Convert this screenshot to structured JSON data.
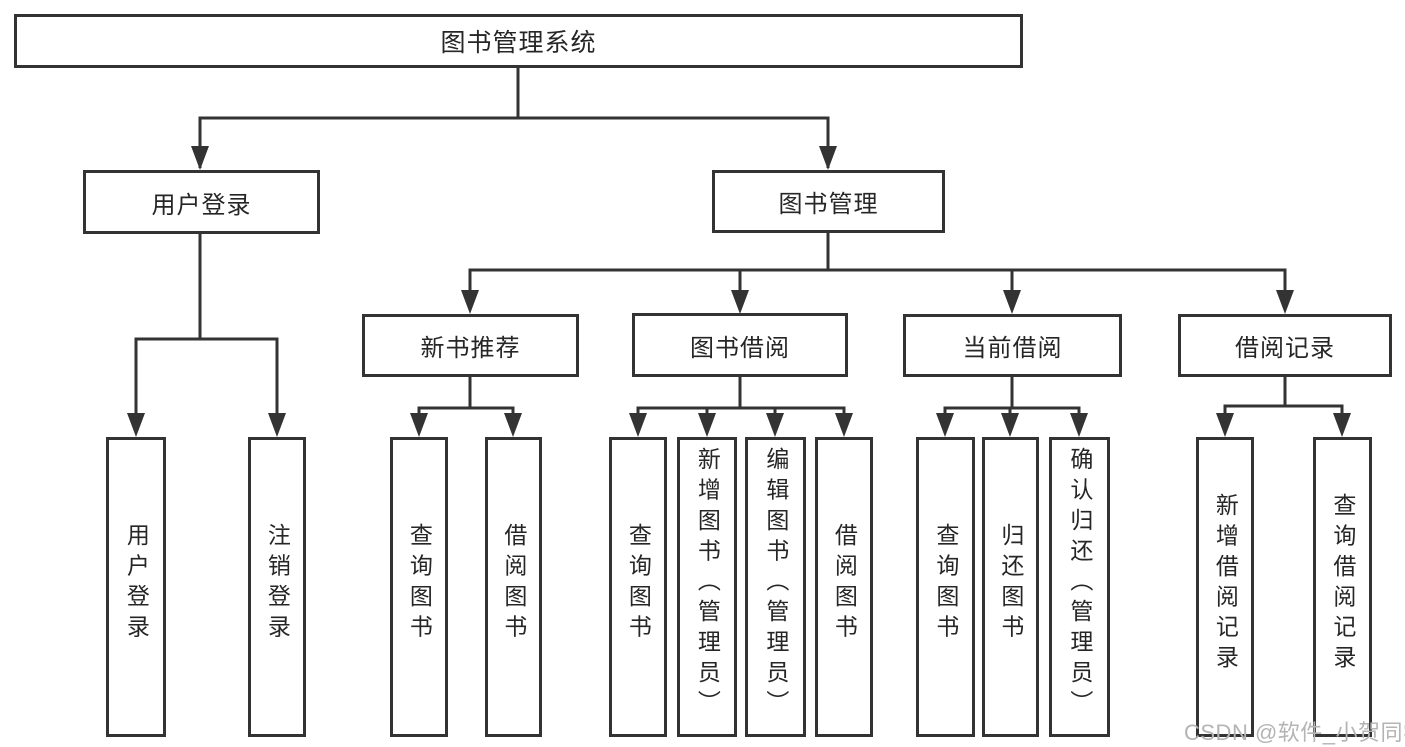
{
  "tree": {
    "root": "图书管理系统",
    "branches": [
      {
        "label": "用户登录",
        "leaves": [
          "用户登录",
          "注销登录"
        ]
      },
      {
        "label": "图书管理",
        "sections": [
          {
            "label": "新书推荐",
            "leaves": [
              "查询图书",
              "借阅图书"
            ]
          },
          {
            "label": "图书借阅",
            "leaves": [
              "查询图书",
              "新增图书（管理员）",
              "编辑图书（管理员）",
              "借阅图书"
            ]
          },
          {
            "label": "当前借阅",
            "leaves": [
              "查询图书",
              "归还图书",
              "确认归还（管理员）"
            ]
          },
          {
            "label": "借阅记录",
            "leaves": [
              "新增借阅记录",
              "查询借阅记录"
            ]
          }
        ]
      }
    ]
  },
  "colors": {
    "line": "#333333",
    "text": "#262626",
    "watermark": "#b4b4b4",
    "background": "#ffffff"
  },
  "watermark": "CSDN @软件_小贺同学"
}
